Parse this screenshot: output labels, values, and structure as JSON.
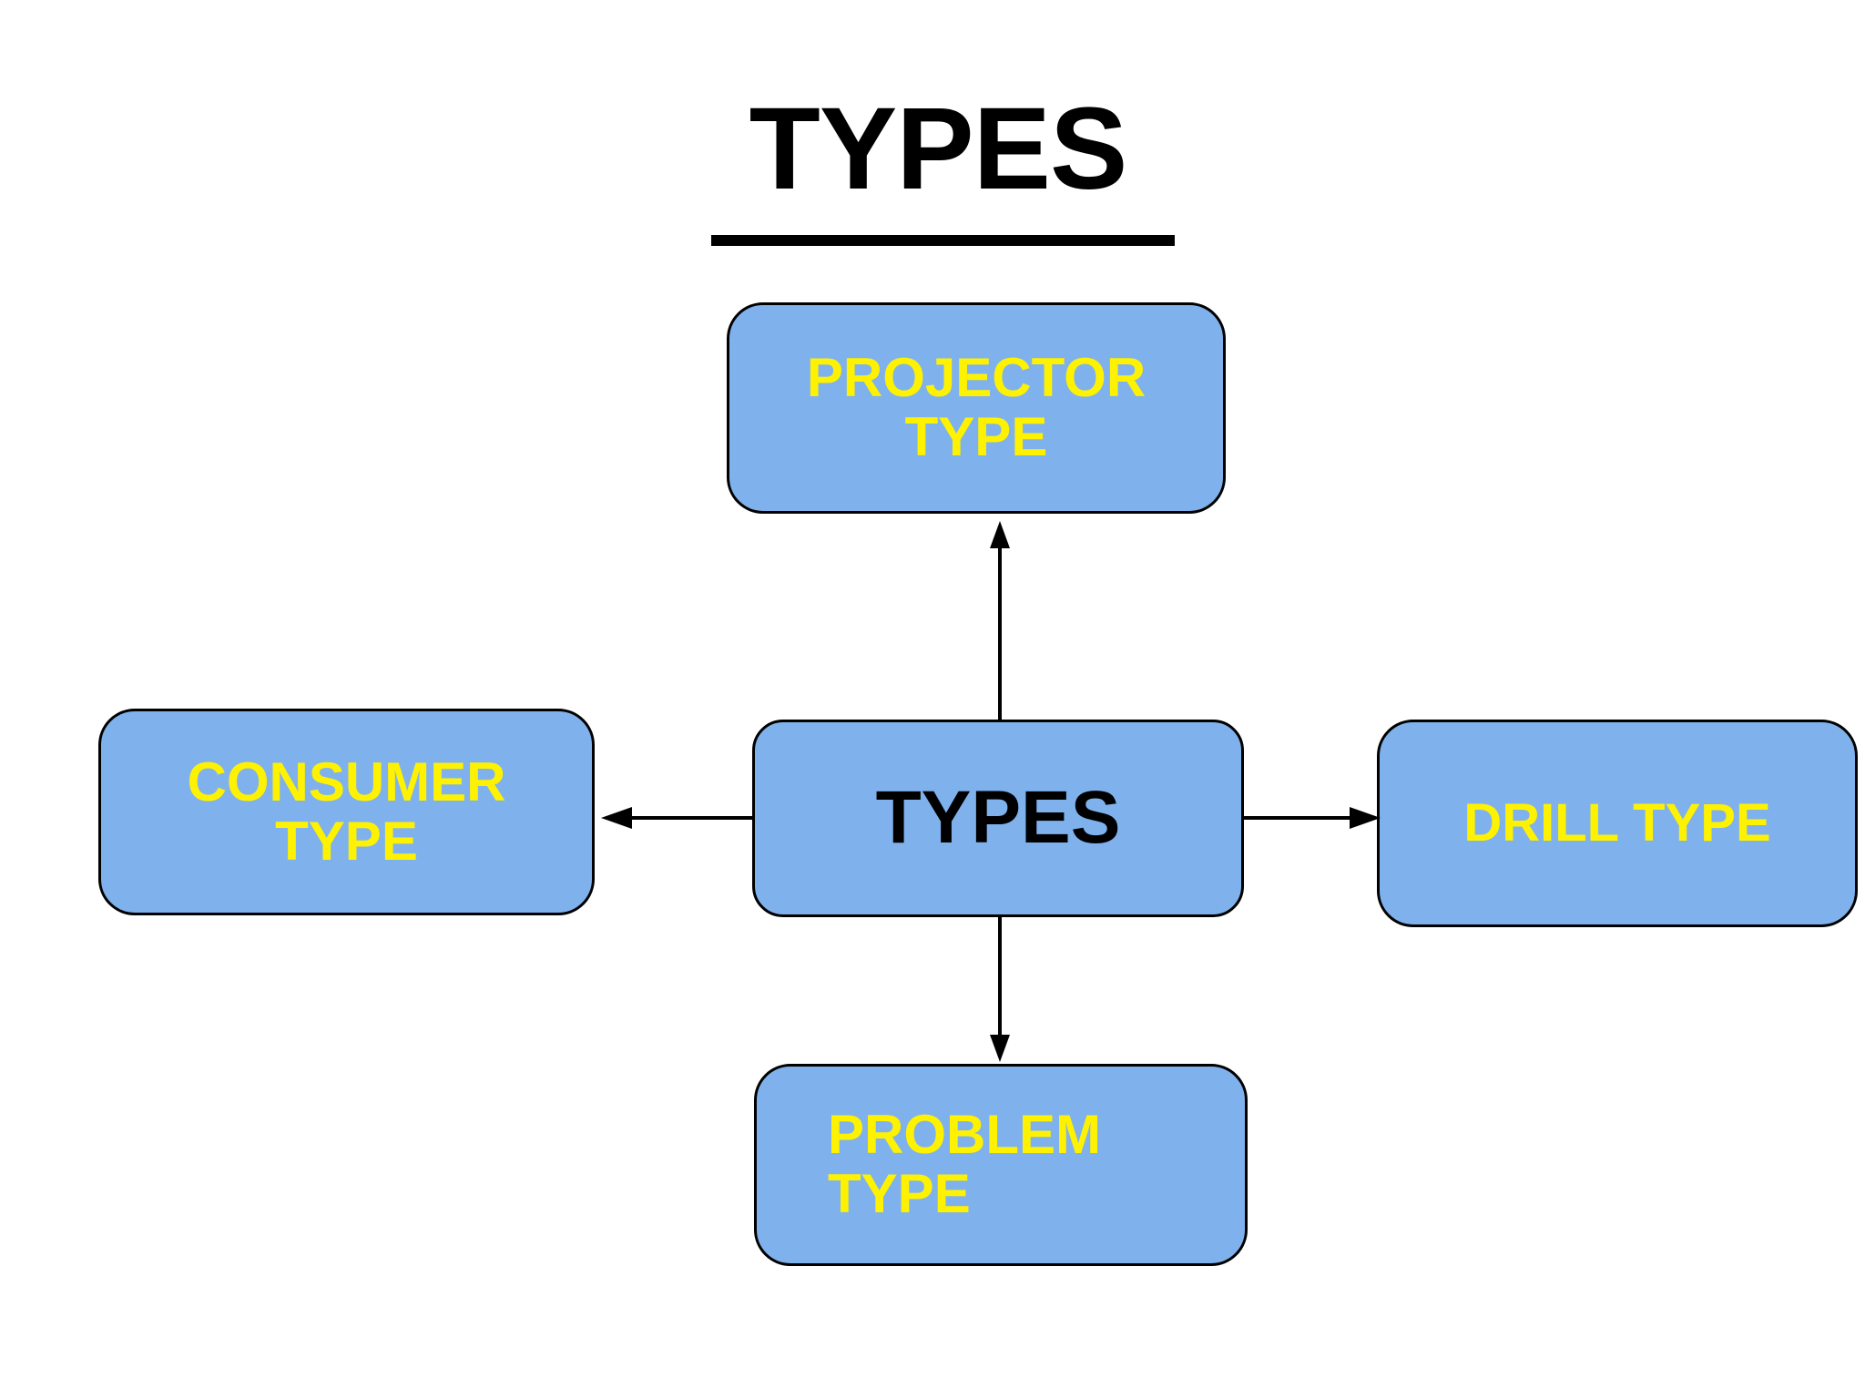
{
  "page": {
    "title": "TYPES",
    "background_color": "#FFFFFF"
  },
  "theme": {
    "node_fill": "#7FB2EC",
    "node_border": "#000000",
    "satellite_text_color": "#FFF200",
    "center_text_color": "#000000",
    "title_color": "#000000",
    "arrow_color": "#000000"
  },
  "diagram": {
    "type": "hub-and-spoke",
    "center": {
      "id": "types",
      "label": "TYPES",
      "text_color": "#000000"
    },
    "nodes": [
      {
        "id": "projector",
        "label": "PROJECTOR\nTYPE",
        "position": "top",
        "text_color": "#FFF200"
      },
      {
        "id": "consumer",
        "label": "CONSUMER\nTYPE",
        "position": "left",
        "text_color": "#FFF200"
      },
      {
        "id": "drill",
        "label": "DRILL TYPE",
        "position": "right",
        "text_color": "#FFF200"
      },
      {
        "id": "problem",
        "label": "PROBLEM\nTYPE",
        "position": "bottom",
        "text_color": "#FFF200"
      }
    ],
    "connectors": [
      {
        "id": "types-to-projector",
        "from": "types",
        "to": "projector",
        "direction": "up",
        "style": "single-arrow"
      },
      {
        "id": "types-to-consumer",
        "from": "types",
        "to": "consumer",
        "direction": "left",
        "style": "single-arrow"
      },
      {
        "id": "types-to-drill",
        "from": "types",
        "to": "drill",
        "direction": "right",
        "style": "single-arrow"
      },
      {
        "id": "types-to-problem",
        "from": "types",
        "to": "problem",
        "direction": "down",
        "style": "single-arrow"
      }
    ]
  }
}
